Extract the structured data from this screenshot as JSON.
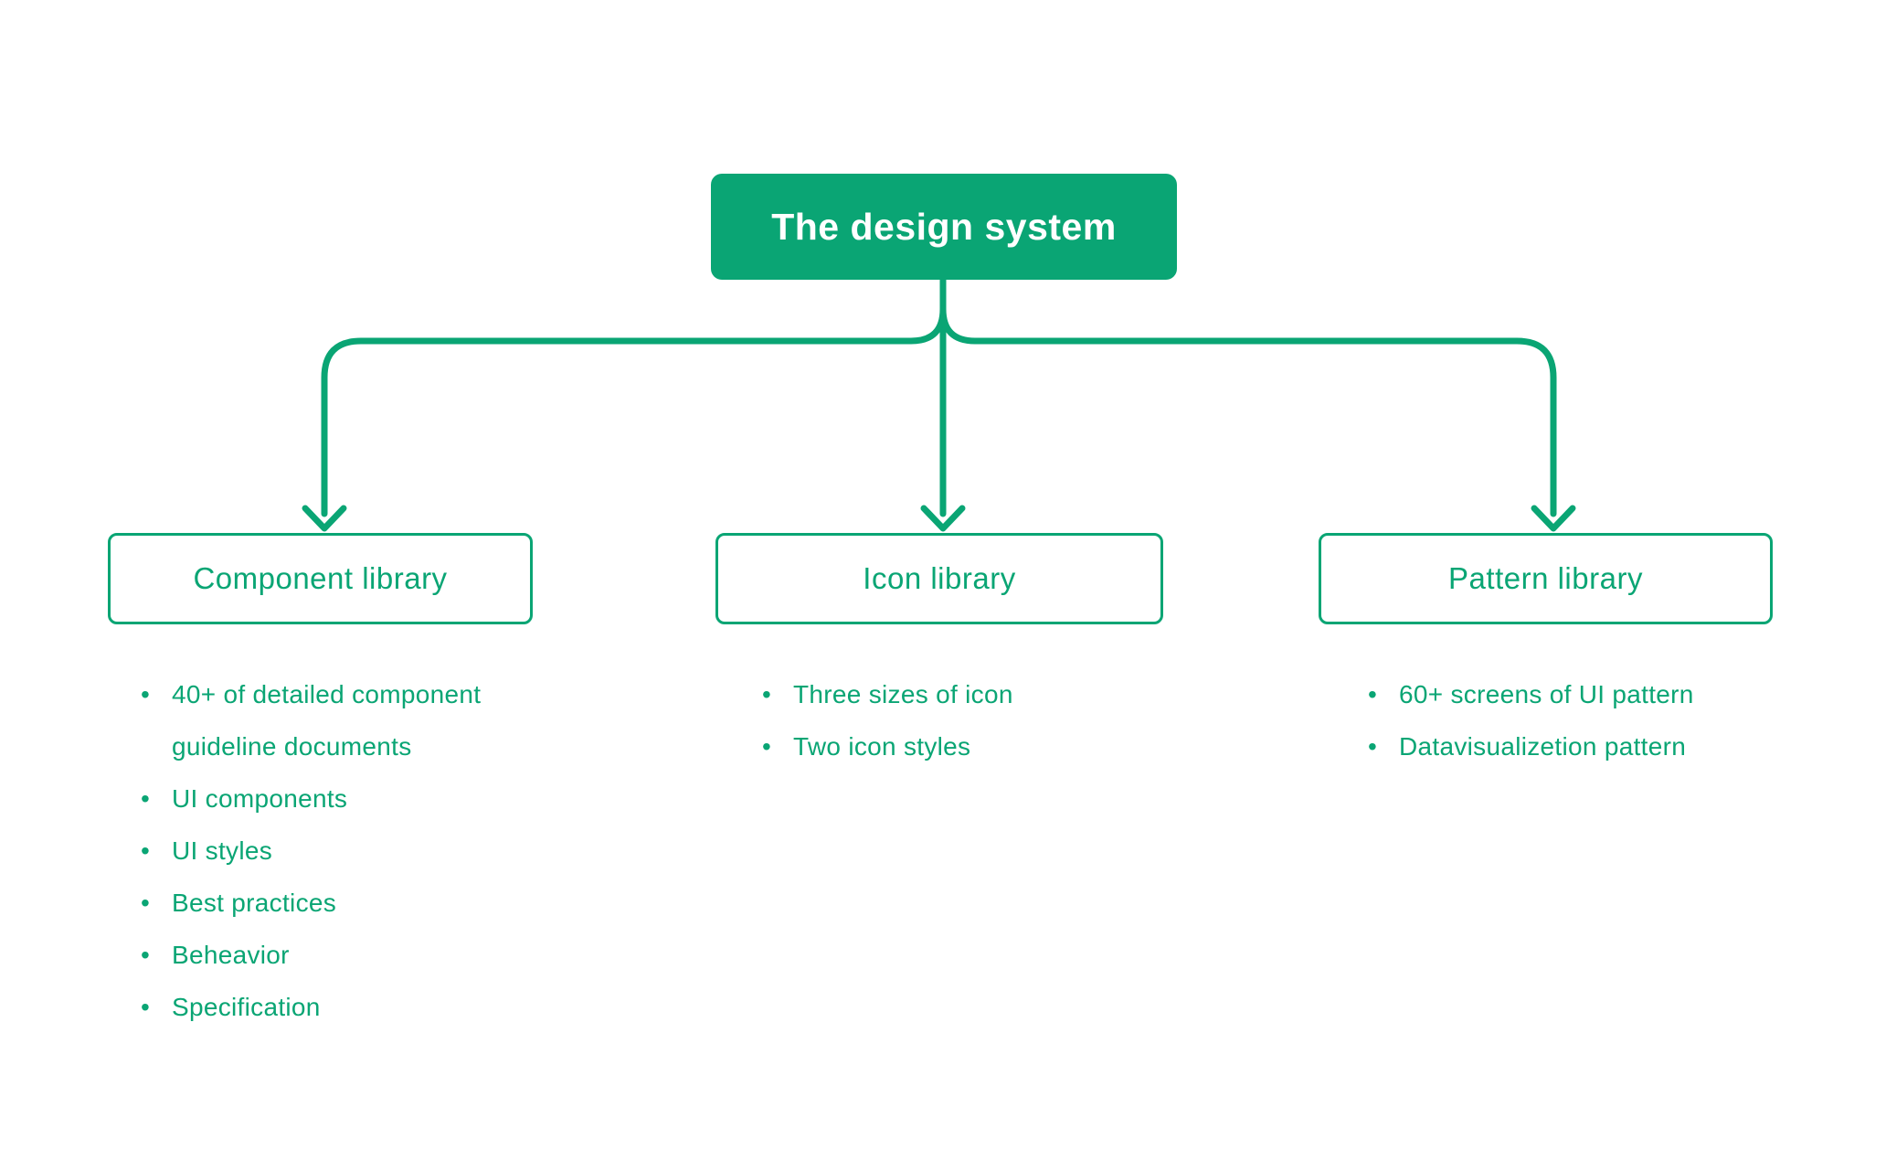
{
  "colors": {
    "accent": "#0aa574",
    "background": "#ffffff",
    "root_text": "#ffffff"
  },
  "root": {
    "label": "The design system"
  },
  "branches": [
    {
      "label": "Component library",
      "items": [
        "40+ of detailed component guideline documents",
        "UI components",
        "UI styles",
        "Best practices",
        "Beheavior",
        "Specification"
      ]
    },
    {
      "label": "Icon library",
      "items": [
        "Three sizes of icon",
        "Two icon styles"
      ]
    },
    {
      "label": "Pattern library",
      "items": [
        "60+ screens of UI pattern",
        "Datavisualizetion pattern"
      ]
    }
  ]
}
